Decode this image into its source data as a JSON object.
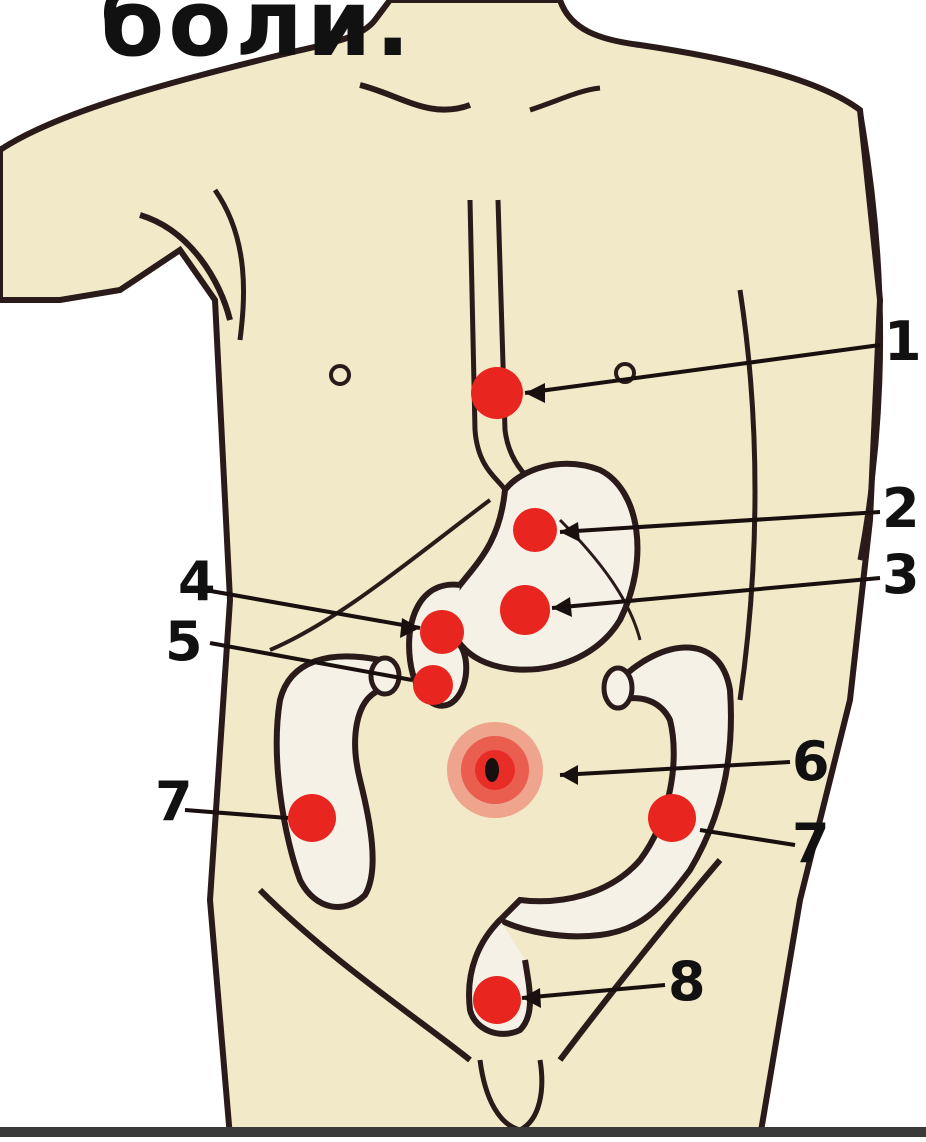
{
  "title_fragment": "боли.",
  "colors": {
    "skin": "#f2e9c8",
    "skin_shade": "#e6d6a8",
    "outline": "#2a1a1a",
    "pain_point": "#e8251f",
    "organ_fill": "#f6f1e6"
  },
  "labels": [
    {
      "id": "1",
      "text": "1"
    },
    {
      "id": "2",
      "text": "2"
    },
    {
      "id": "3",
      "text": "3"
    },
    {
      "id": "4",
      "text": "4"
    },
    {
      "id": "5",
      "text": "5"
    },
    {
      "id": "6",
      "text": "6"
    },
    {
      "id": "7l",
      "text": "7"
    },
    {
      "id": "7r",
      "text": "7"
    },
    {
      "id": "8",
      "text": "8"
    }
  ]
}
